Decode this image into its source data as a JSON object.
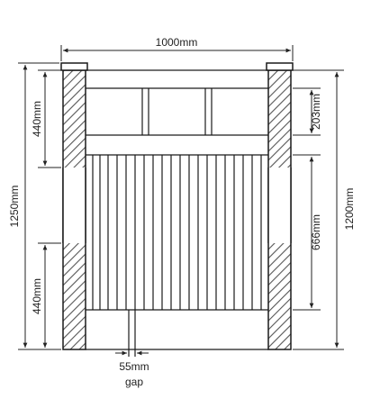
{
  "dimensions": {
    "width_overall": "1000mm",
    "height_left": "1250mm",
    "height_right": "1200mm",
    "top_section_left": "440mm",
    "bottom_section_left": "440mm",
    "top_panel_right": "203mm",
    "slat_section_right": "666mm",
    "gap_value": "55mm",
    "gap_word": "gap"
  },
  "colors": {
    "line": "#1a1a1a",
    "hatch": "#555555",
    "background": "#ffffff"
  }
}
